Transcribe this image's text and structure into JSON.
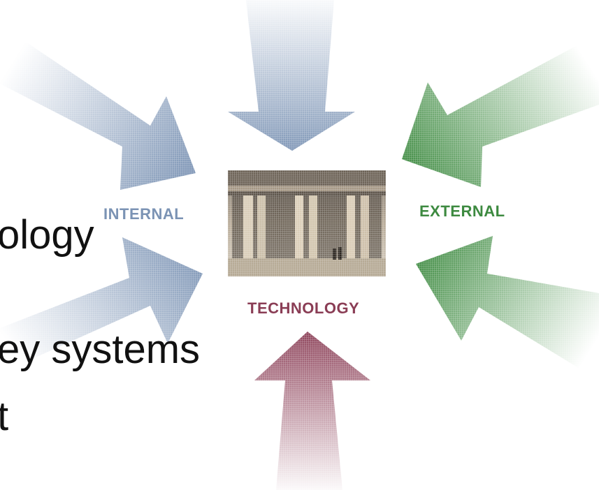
{
  "text_fragments": [
    "ology",
    "ey systems",
    "t"
  ],
  "labels": {
    "internal": "INTERNAL",
    "external": "EXTERNAL",
    "technology": "TECHNOLOGY"
  },
  "colors": {
    "internal": "#7b93b4",
    "external": "#3d8a40",
    "technology": "#8a3d55",
    "top_arrow": "#7b93b4"
  }
}
